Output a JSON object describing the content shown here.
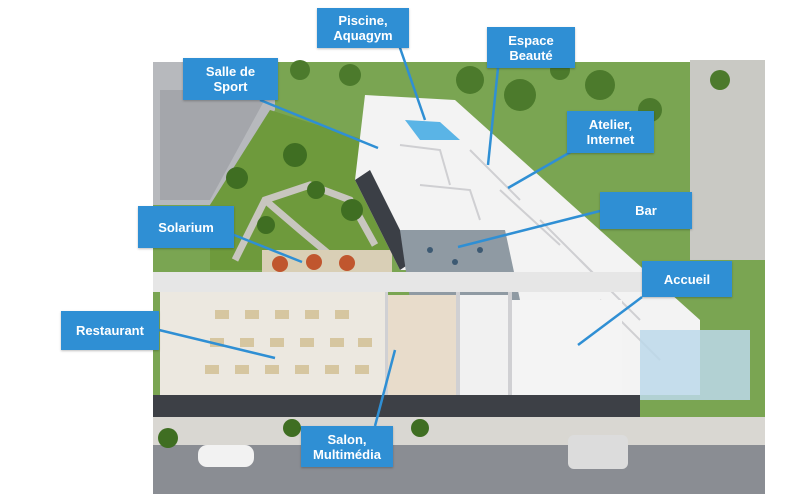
{
  "labels": {
    "piscine": "Piscine,\nAquagym",
    "espace_beaute": "Espace\nBeauté",
    "salle_sport": "Salle de\nSport",
    "atelier": "Atelier,\nInternet",
    "bar": "Bar",
    "solarium": "Solarium",
    "accueil": "Accueil",
    "restaurant": "Restaurant",
    "salon": "Salon,\nMultimédia"
  },
  "colors": {
    "label_bg": "#2f8fd4",
    "leader_line": "#2f8fd4",
    "grass": "#6e9a3c",
    "pool": "#5ab4e6",
    "road": "#8a8d93",
    "sidewalk": "#d9d7d2"
  }
}
